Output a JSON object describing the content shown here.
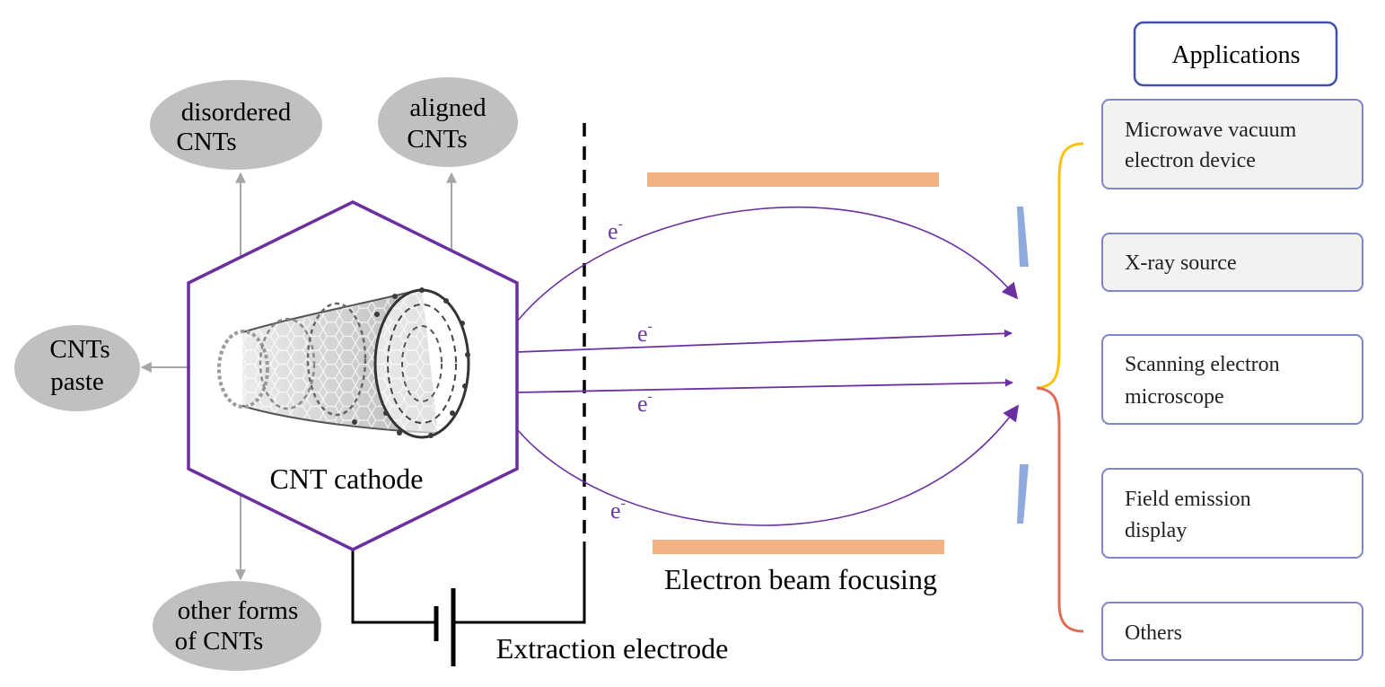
{
  "title": "",
  "colors": {
    "cathode": "#6b2fa0",
    "electron_path": "#6b2fa0",
    "oval_fill": "#c0c0c0",
    "gray_arrow": "#a6a6a6",
    "focus_plate": "#f4b183",
    "deflector": "#8faadc",
    "app_border": "#7d86c9",
    "app_fill": "#f2f2f2",
    "brace_top": "#ffc000",
    "brace_bottom": "#e06c55",
    "circuit": "#000000"
  },
  "cnt_forms": [
    {
      "line1": "disordered",
      "line2": "CNTs"
    },
    {
      "line1": "aligned",
      "line2": "CNTs"
    },
    {
      "line1": "CNTs",
      "line2": "paste"
    },
    {
      "line1": "other forms",
      "line2": "of CNTs"
    }
  ],
  "cathode_label": "CNT cathode",
  "electron_symbol": "e",
  "electron_sup": "-",
  "focusing_label": "Electron beam focusing",
  "extraction_label": "Extraction electrode",
  "applications": {
    "header": "Applications",
    "items": [
      {
        "line1": "Microwave vacuum",
        "line2": "electron device"
      },
      {
        "line1": "X-ray source",
        "line2": ""
      },
      {
        "line1": "Scanning electron",
        "line2": "microscope"
      },
      {
        "line1": "Field emission",
        "line2": "display"
      },
      {
        "line1": "Others",
        "line2": ""
      }
    ]
  }
}
